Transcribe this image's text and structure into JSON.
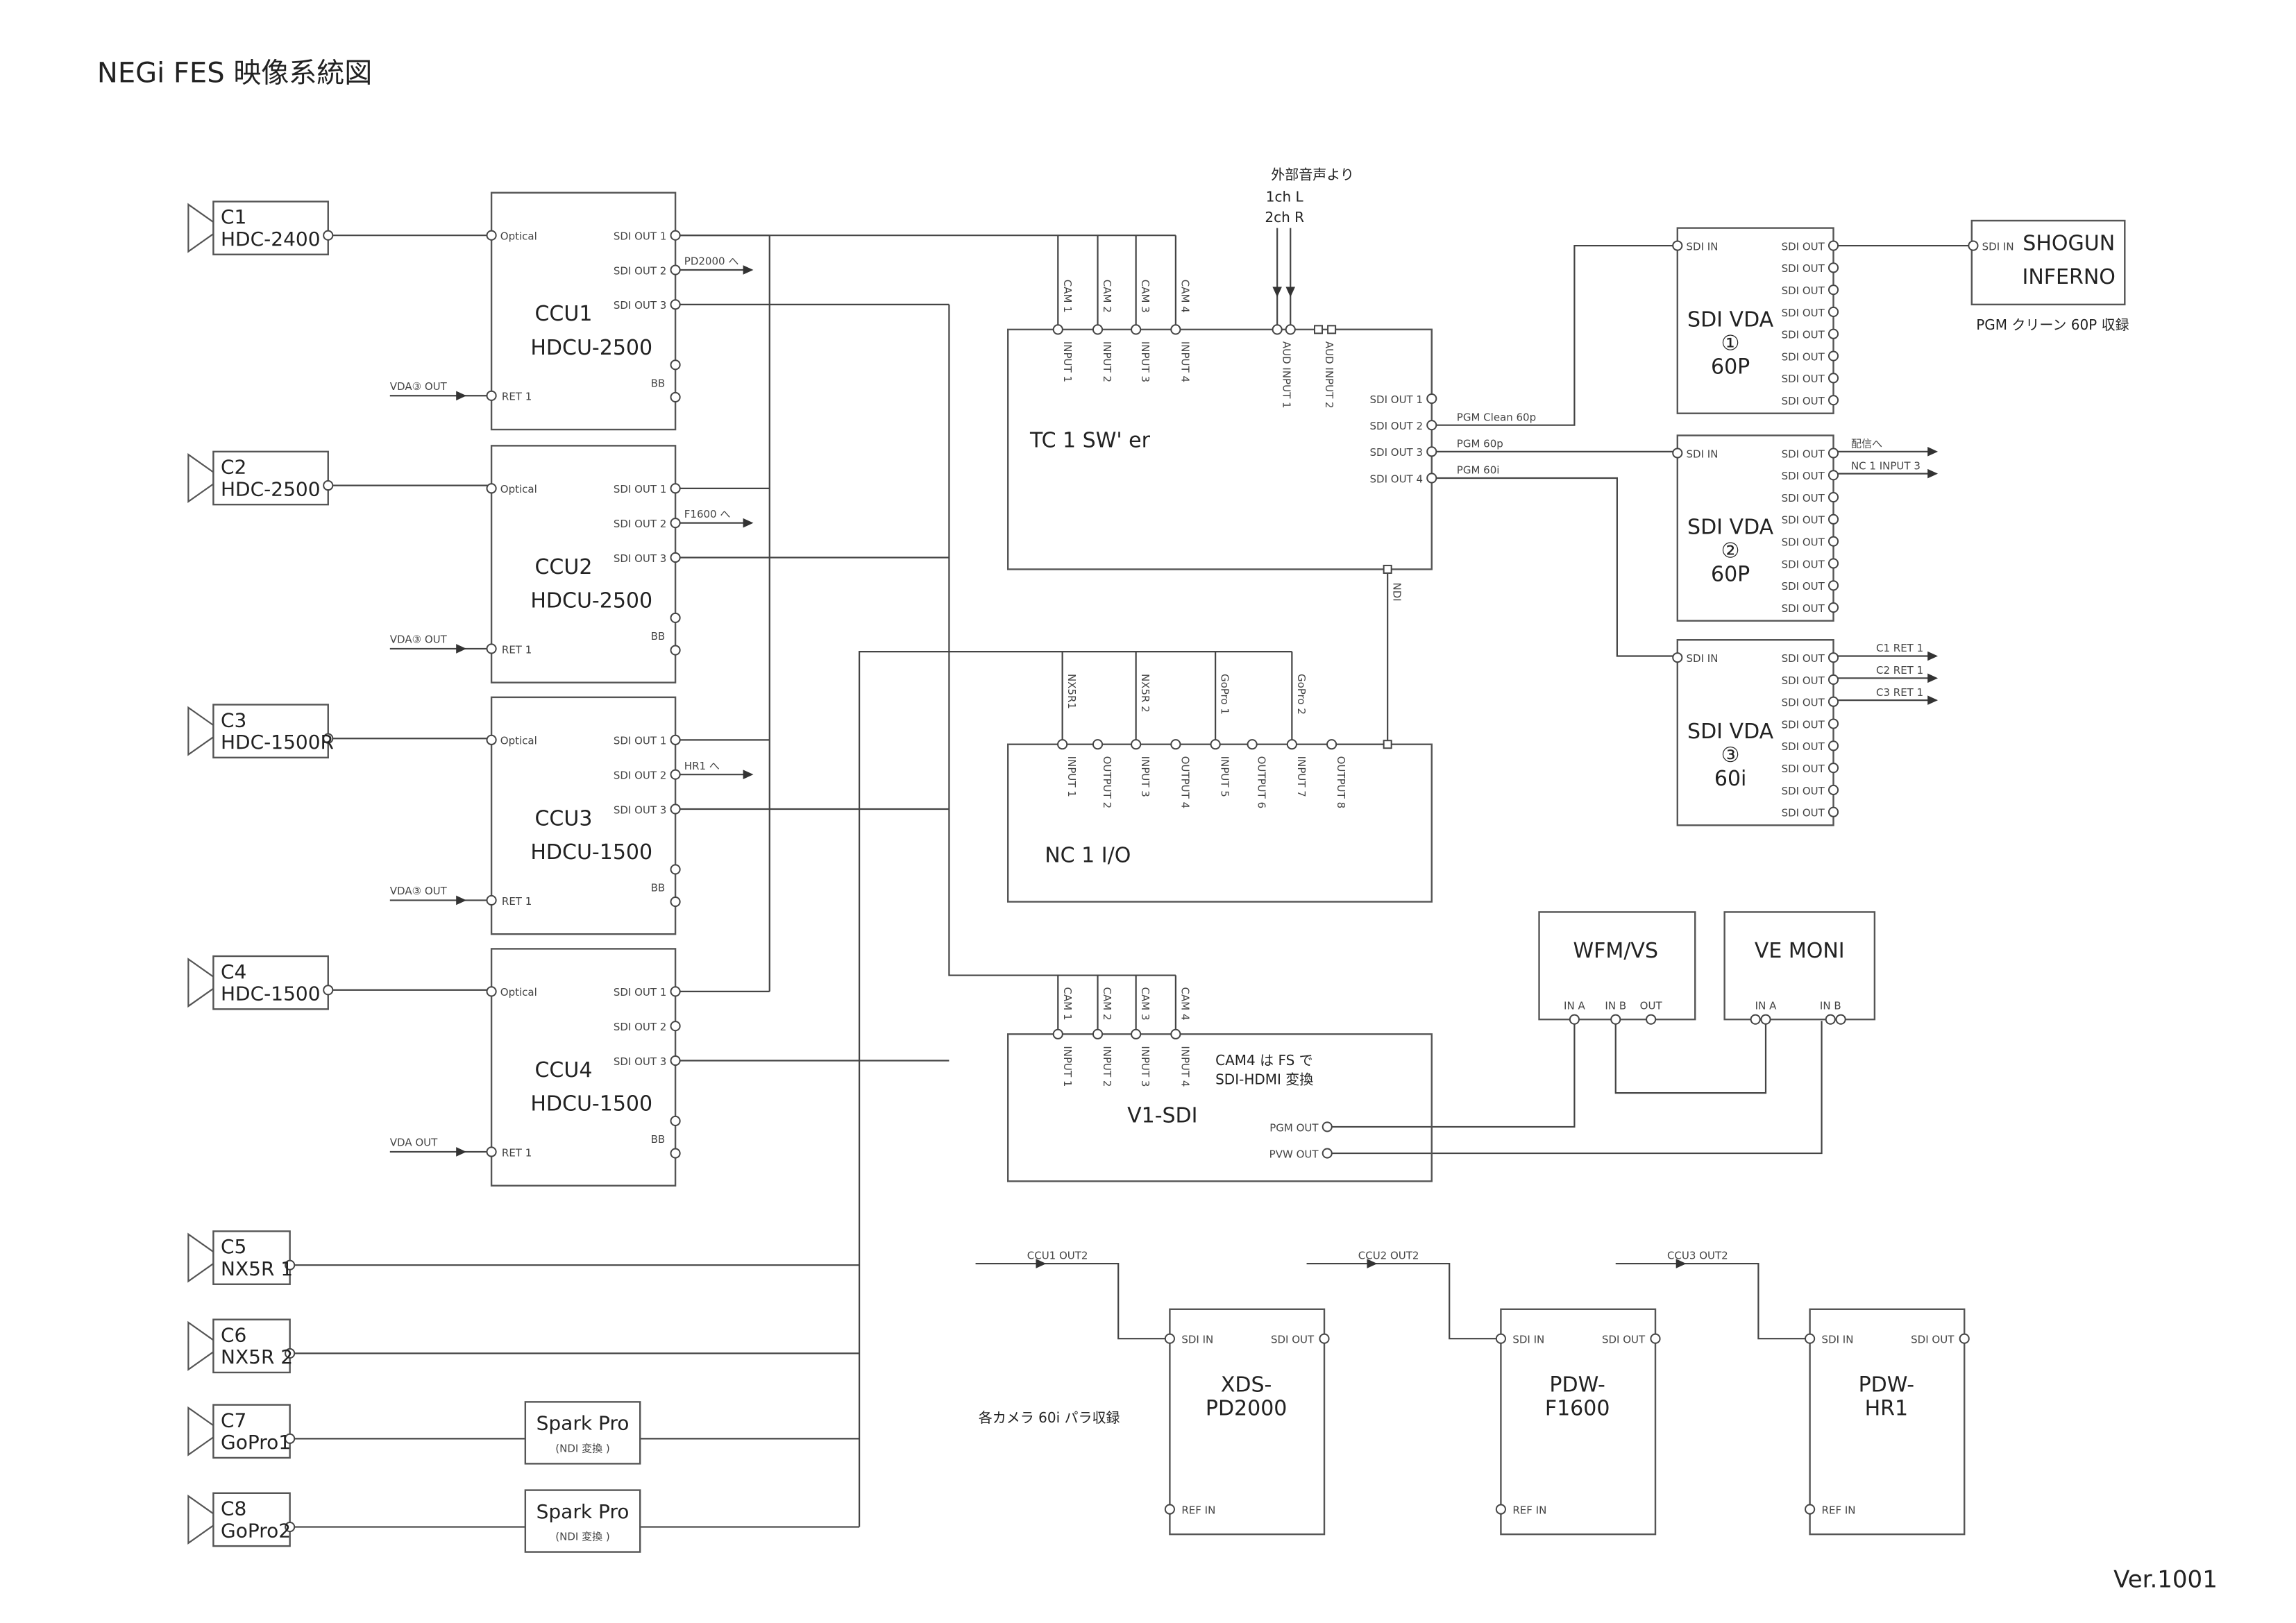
{
  "title": "NEGi FES 映像系統図",
  "version": "Ver.1001",
  "cameras": [
    {
      "id": "C1",
      "model": "HDC-2400"
    },
    {
      "id": "C2",
      "model": "HDC-2500"
    },
    {
      "id": "C3",
      "model": "HDC-1500R"
    },
    {
      "id": "C4",
      "model": "HDC-1500"
    },
    {
      "id": "C5",
      "model": "NX5R 1"
    },
    {
      "id": "C6",
      "model": "NX5R 2"
    },
    {
      "id": "C7",
      "model": "GoPro1"
    },
    {
      "id": "C8",
      "model": "GoPro2"
    }
  ],
  "ccus": [
    {
      "name": "CCU1",
      "model": "HDCU-2500",
      "out2_dest": "PD2000 へ",
      "ret_src": "VDA③ OUT"
    },
    {
      "name": "CCU2",
      "model": "HDCU-2500",
      "out2_dest": "F1600 へ",
      "ret_src": "VDA③ OUT"
    },
    {
      "name": "CCU3",
      "model": "HDCU-1500",
      "out2_dest": "HR1 へ",
      "ret_src": "VDA③ OUT"
    },
    {
      "name": "CCU4",
      "model": "HDCU-1500",
      "out2_dest": "",
      "ret_src": "VDA OUT"
    }
  ],
  "ccu_ports": {
    "optical": "Optical",
    "out1": "SDI OUT 1",
    "out2": "SDI OUT 2",
    "out3": "SDI OUT 3",
    "bb": "BB",
    "ret": "RET 1"
  },
  "spark": {
    "name": "Spark Pro",
    "sub": "(NDI 変換 )"
  },
  "switcher": {
    "name": "TC 1 SW' er",
    "cam_labels": [
      "CAM 1",
      "CAM 2",
      "CAM 3",
      "CAM 4"
    ],
    "inputs": [
      "INPUT 1",
      "INPUT 2",
      "INPUT 3",
      "INPUT 4"
    ],
    "aud_inputs": [
      "AUD INPUT 1",
      "AUD INPUT 2"
    ],
    "audio_src": [
      "外部音声より",
      "1ch L",
      "2ch R"
    ],
    "outs": [
      "SDI OUT 1",
      "SDI OUT 2",
      "SDI OUT 3",
      "SDI OUT 4"
    ],
    "out_labels": [
      "PGM Clean 60p",
      "PGM 60p",
      "PGM 60i"
    ],
    "ndi": "NDI"
  },
  "nc1": {
    "name": "NC 1  I/O",
    "src_labels": [
      "NX5R1",
      "NX5R 2",
      "GoPro 1",
      "GoPro 2"
    ],
    "ports": [
      "INPUT 1",
      "OUTPUT 2",
      "INPUT 3",
      "OUTPUT 4",
      "INPUT 5",
      "OUTPUT 6",
      "INPUT 7",
      "OUTPUT 8"
    ]
  },
  "v1": {
    "name": "V1-SDI",
    "note": [
      "CAM4 は FS で",
      "SDI-HDMI 変換"
    ],
    "cam_labels": [
      "CAM 1",
      "CAM 2",
      "CAM 3",
      "CAM 4"
    ],
    "inputs": [
      "INPUT 1",
      "INPUT 2",
      "INPUT 3",
      "INPUT 4"
    ],
    "pgm": "PGM OUT",
    "pvw": "PVW OUT"
  },
  "vdas": [
    {
      "name": "SDI VDA",
      "num": "①",
      "fmt": "60P"
    },
    {
      "name": "SDI VDA",
      "num": "②",
      "fmt": "60P"
    },
    {
      "name": "SDI VDA",
      "num": "③",
      "fmt": "60i"
    }
  ],
  "vda_ports": {
    "in": "SDI IN",
    "out": "SDI OUT"
  },
  "vda2_outs": [
    "配信へ",
    "NC 1 INPUT 3"
  ],
  "vda3_outs": [
    "C1 RET 1",
    "C2 RET 1",
    "C3 RET 1"
  ],
  "shogun": {
    "lines": [
      "SHOGUN",
      "INFERNO"
    ],
    "port": "SDI IN",
    "note": "PGM クリーン 60P 収録"
  },
  "wfm": {
    "name": "WFM/VS",
    "ports": [
      "IN A",
      "IN B",
      "OUT"
    ]
  },
  "vemoni": {
    "name": "VE MONI",
    "ports": [
      "IN A",
      "IN B"
    ]
  },
  "recorders": [
    {
      "lines": [
        "XDS-",
        "PD2000"
      ],
      "src": "CCU1 OUT2"
    },
    {
      "lines": [
        "PDW-",
        "F1600"
      ],
      "src": "CCU2 OUT2"
    },
    {
      "lines": [
        "PDW-",
        "HR1"
      ],
      "src": "CCU3 OUT2"
    }
  ],
  "rec_ports": {
    "in": "SDI IN",
    "out": "SDI OUT",
    "ref": "REF IN"
  },
  "rec_note": "各カメラ 60i パラ収録"
}
